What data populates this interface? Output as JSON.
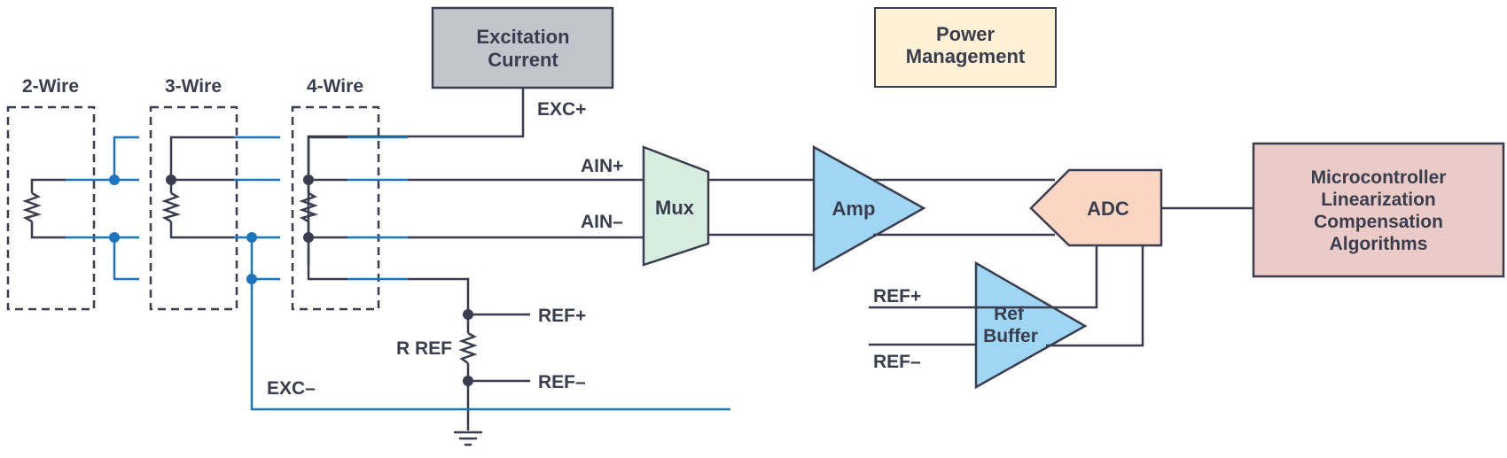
{
  "blocks": {
    "excitation": {
      "line1": "Excitation",
      "line2": "Current",
      "color": "#c3c4cc"
    },
    "power": {
      "line1": "Power",
      "line2": "Management",
      "color": "#fff2d4"
    },
    "mux": {
      "label": "Mux",
      "color": "#d6eddf"
    },
    "amp": {
      "label": "Amp",
      "color": "#9fd6f4"
    },
    "adc": {
      "label": "ADC",
      "color": "#fbd6c3"
    },
    "ref_buffer": {
      "line1": "Ref",
      "line2": "Buffer",
      "color": "#9fd6f4"
    },
    "microcontroller": {
      "line1": "Microcontroller",
      "line2": "Linearization",
      "line3": "Compensation",
      "line4": "Algorithms",
      "color": "#ebcbc7"
    }
  },
  "wiring": {
    "two_wire": "2-Wire",
    "three_wire": "3-Wire",
    "four_wire": "4-Wire"
  },
  "signals": {
    "exc_plus": "EXC+",
    "exc_minus": "EXC–",
    "ain_plus": "AIN+",
    "ain_minus": "AIN–",
    "ref_plus": "REF+",
    "ref_minus": "REF–",
    "rref": "R REF",
    "buf_ref_plus": "REF+",
    "buf_ref_minus": "REF–"
  },
  "colors": {
    "line": "#3a3d4d",
    "blue_line": "#1c75bc"
  }
}
